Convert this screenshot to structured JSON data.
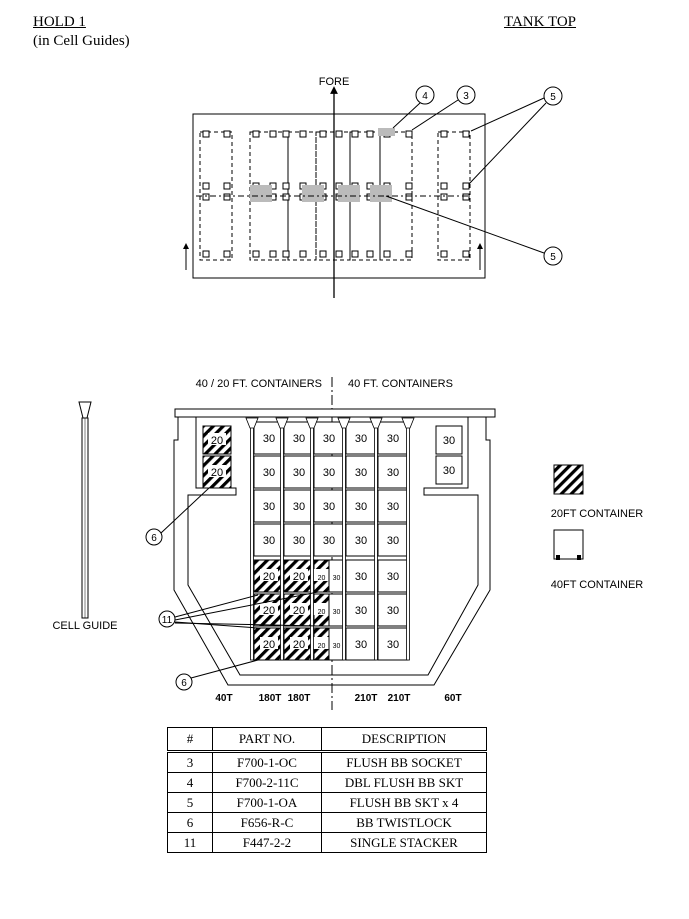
{
  "header": {
    "hold_title": "HOLD 1",
    "hold_subtitle": "(in Cell Guides)",
    "section": "TANK TOP"
  },
  "plan_view": {
    "direction_label": "FORE",
    "callouts": [
      "4",
      "3",
      "5",
      "5"
    ]
  },
  "section_view": {
    "left_heading": "40 / 20 FT. CONTAINERS",
    "right_heading": "40 FT. CONTAINERS",
    "cell_guide_label": "CELL GUIDE",
    "callouts": [
      "6",
      "11",
      "6"
    ],
    "weights": [
      "40T",
      "180T",
      "180T",
      "210T",
      "210T",
      "60T"
    ],
    "label_30": "30",
    "label_20": "20"
  },
  "legend": {
    "items": [
      {
        "label": "20FT CONTAINER"
      },
      {
        "label": "40FT CONTAINER"
      }
    ]
  },
  "parts_table": {
    "headers": [
      "#",
      "PART NO.",
      "DESCRIPTION"
    ],
    "rows": [
      [
        "3",
        "F700-1-OC",
        "FLUSH BB SOCKET"
      ],
      [
        "4",
        "F700-2-11C",
        "DBL FLUSH BB SKT"
      ],
      [
        "5",
        "F700-1-OA",
        "FLUSH BB SKT x 4"
      ],
      [
        "6",
        "F656-R-C",
        "BB TWISTLOCK"
      ],
      [
        "11",
        "F447-2-2",
        "SINGLE STACKER"
      ]
    ]
  }
}
